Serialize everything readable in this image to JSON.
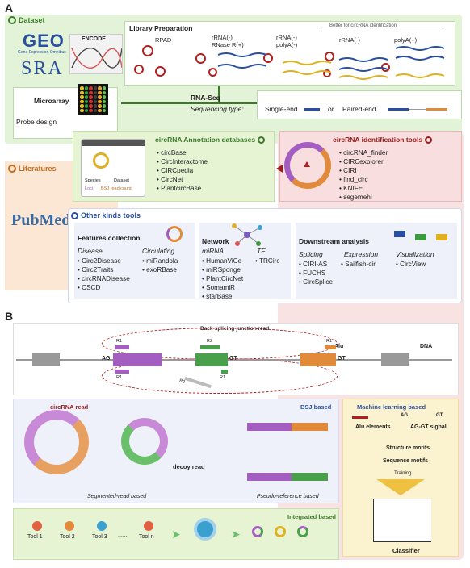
{
  "panel_a": {
    "letter": "A",
    "dataset": {
      "tag": "Dataset",
      "geo_logo": "GEO",
      "geo_sub": "Gene Expression Omnibus",
      "sra_logo": "SRA",
      "encode_logo": "ENCODE"
    },
    "library": {
      "title": "Library Preparation",
      "hint": "Better for circRNA identification",
      "methods": [
        "RPAD",
        "rRNA(-)\nRNase R(+)",
        "rRNA(-)\npolyA(-)",
        "rRNA(-)",
        "polyA(+)"
      ]
    },
    "microarray": {
      "title": "Microarray"
    },
    "probe": {
      "title": "Probe design"
    },
    "rnaseq": {
      "title": "RNA-Seq",
      "seq_type_label": "Sequencing type:",
      "single": "Single-end",
      "or": "or",
      "paired": "Paired-end"
    },
    "literatures": {
      "tag": "Literatures",
      "pubmed_logo": "PubMed"
    },
    "annotation": {
      "title": "circRNA Annotation databases",
      "items": [
        "circBase",
        "CircInteractome",
        "CIRCpedia",
        "CircNet",
        "PlantcircBase"
      ],
      "card_labels": [
        "Species",
        "Dataset",
        "Loci",
        "BSJ read count"
      ]
    },
    "identification": {
      "title": "circRNA identification tools",
      "items": [
        "circRNA_finder",
        "CIRCexplorer",
        "CIRI",
        "find_circ",
        "KNIFE",
        "segemehl"
      ]
    },
    "other": {
      "tag": "Other kinds tools",
      "features": {
        "title": "Features collection",
        "disease_label": "Disease",
        "disease_items": [
          "Circ2Disease",
          "Circ2Traits",
          "circRNADisease",
          "CSCD"
        ],
        "circulating_label": "Circulating",
        "circulating_items": [
          "miRandola",
          "exoRBase"
        ]
      },
      "network": {
        "title": "Network",
        "mirna_label": "miRNA",
        "mirna_items": [
          "HumanViCe",
          "miRSponge",
          "PlantCircNet",
          "SomamiR",
          "starBase"
        ],
        "tf_label": "TF",
        "tf_items": [
          "TRCirc"
        ]
      },
      "downstream": {
        "title": "Downstream analysis",
        "splicing_label": "Splicing",
        "splicing_items": [
          "CIRI-AS",
          "FUCHS",
          "CircSplice"
        ],
        "expression_label": "Expression",
        "expression_items": [
          "Sailfish-cir"
        ],
        "visualization_label": "Visualization",
        "visualization_items": [
          "CircView"
        ]
      }
    }
  },
  "panel_b": {
    "letter": "B",
    "bsj_read_label": "Back-splicing-junction read",
    "alu_label": "Alu",
    "dna_label": "DNA",
    "ag_label": "AG",
    "gt_label": "GT",
    "gt_label2": "GT",
    "r1_label": "R1",
    "r2_label": "R2",
    "r1b_label": "R1",
    "r1c_label": "R1",
    "r1d_label": "R1",
    "r2b_label": "R2",
    "bsj_based": "BSJ based",
    "circrna_read": "circRNA read",
    "decoy_read": "decoy read",
    "segmented": "Segmented-read based",
    "pseudo": "Pseudo-reference based",
    "ml": {
      "title": "Machine learning based",
      "alu": "Alu elements",
      "agl": "AG",
      "gtl": "GT",
      "signal": "AG-GT signal",
      "structure": "Structure motifs",
      "sequence": "Sequence motifs",
      "training": "Training",
      "classifier": "Classifier"
    },
    "integrated": {
      "title": "Integrated based",
      "tools": [
        "Tool 1",
        "Tool 2",
        "Tool 3",
        "Tool n"
      ],
      "dots": "......"
    }
  },
  "colors": {
    "green_bg": "#e3f3d8",
    "green_dark": "#3c7a2a",
    "red_bg": "#f8dede",
    "red_dark": "#9b1b1b",
    "orange": "#e08a3a",
    "purple": "#a45ec2",
    "blue": "#2a4fa0",
    "yellow_bg": "#fbf2cf"
  }
}
